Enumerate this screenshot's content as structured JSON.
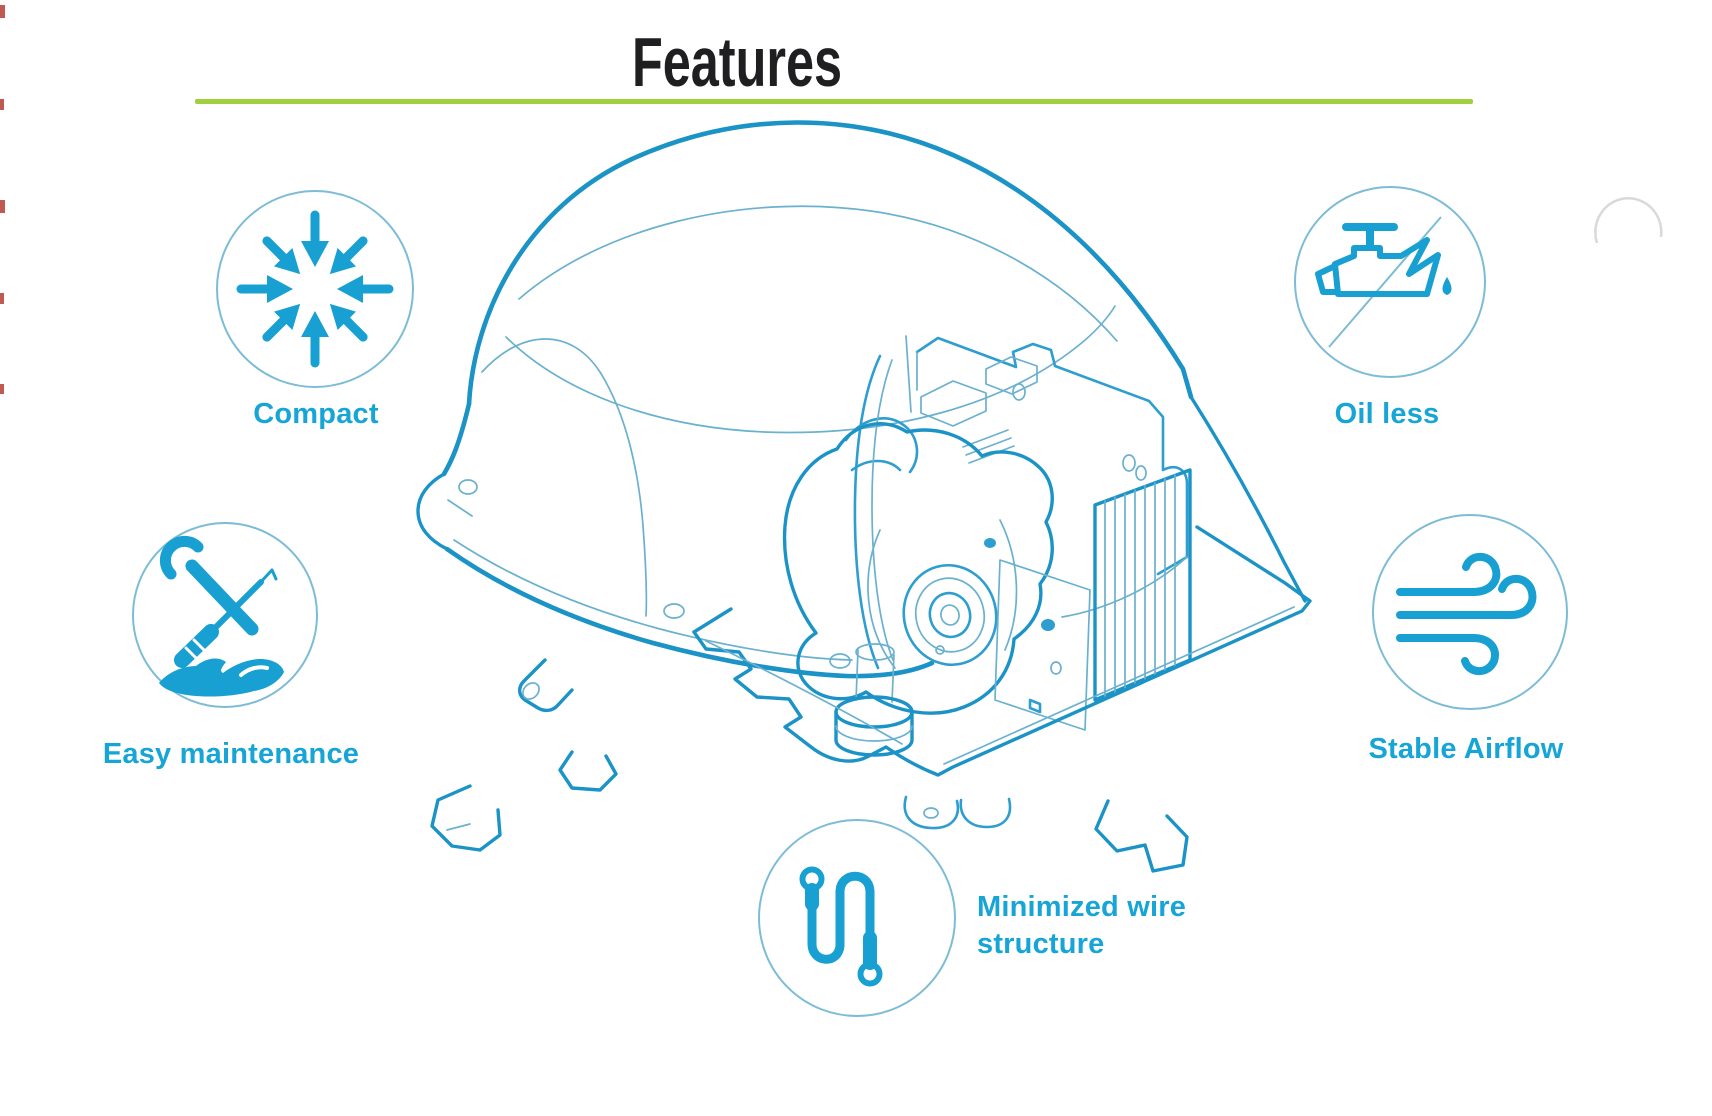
{
  "page": {
    "title": "Features",
    "underline_color": "#a0cf3f",
    "accent_color": "#16a5d6",
    "drawing_color": "#1b93c7",
    "background": "#ffffff"
  },
  "illustration": {
    "name": "air-pump-line-drawing",
    "alt": "Isometric blue line drawing of an air pump: assembled unit with dome cover and base flange on the left, internal electromagnetic pump mechanism with coil fins, diaphragm housing, rubber foot and notched base plate on the right"
  },
  "features": [
    {
      "id": "compact",
      "label": "Compact",
      "icon": "arrows-inward-icon"
    },
    {
      "id": "oil-less",
      "label": "Oil less",
      "icon": "no-oil-can-icon"
    },
    {
      "id": "easy-maintenance",
      "label": "Easy maintenance",
      "icon": "tools-over-hand-icon"
    },
    {
      "id": "stable-airflow",
      "label": "Stable Airflow",
      "icon": "wind-icon"
    },
    {
      "id": "minimized-wire",
      "label": "Minimized wire structure",
      "label_lines": [
        "Minimized wire",
        "structure"
      ],
      "icon": "wire-icon"
    }
  ]
}
